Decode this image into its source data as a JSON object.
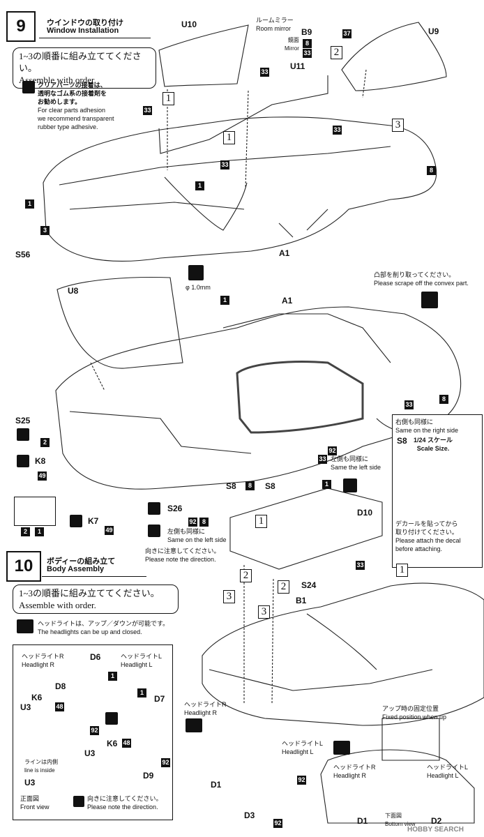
{
  "step9": {
    "number": "9",
    "title_jp": "ウインドウの取り付け",
    "title_en": "Window Installation",
    "order_jp": "1~3の順番に組み立ててください。",
    "order_en": "Assemble with order.",
    "adhesive_note": [
      "クリアパーツの接着は、",
      "透明なゴム系の接着剤を",
      "お勧めします。",
      "For clear parts adhesion",
      "we recommend transparent",
      "rubber type adhesive."
    ],
    "room_mirror_jp": "ルームミラー",
    "room_mirror_en": "Room mirror",
    "mirror_jp": "鏡面",
    "mirror_en": "Mirror",
    "drill_size": "φ 1.0mm",
    "scrape_jp": "凸部を削り取ってください。",
    "scrape_en": "Please scrape off the convex part.",
    "parts": {
      "U10": "U10",
      "B9": "B9",
      "U9": "U9",
      "U11": "U11",
      "A1": "A1",
      "S56": "S56",
      "U8": "U8",
      "S25": "S25",
      "K8": "K8",
      "K7": "K7",
      "S26": "S26",
      "S8": "S8",
      "D10": "D10"
    },
    "same_left": "左側も同様に",
    "same_left_en": "Same the left side",
    "right_side_jp": "右側も同様に",
    "right_side_en": "Same on the right side",
    "scale_jp": "1/24 スケール",
    "scale_en": "Scale Size.",
    "decal_note": [
      "デカールを貼ってから",
      "取り付けてください。",
      "Please attach the decal",
      "before attaching."
    ],
    "left_same_jp": "左側も同様に",
    "left_same_en": "Same on the left side",
    "direction_jp": "向きに注意してください。",
    "direction_en": "Please note the direction."
  },
  "step10": {
    "number": "10",
    "title_jp": "ボディーの組み立て",
    "title_en": "Body Assembly",
    "order_jp": "1~3の順番に組み立ててください。",
    "order_en": "Assemble with order.",
    "headlight_jp": "ヘッドライトは、アップ／ダウンが可能です。",
    "headlight_en": "The headlights can be up and closed.",
    "hl_r_jp": "ヘッドライトR",
    "hl_r_en": "Headlight R",
    "hl_l_jp": "ヘッドライトL",
    "hl_l_en": "Headlight L",
    "line_inside": "ラインは内側",
    "line_inside_en": "line is inside",
    "front_view_jp": "正面図",
    "front_view_en": "Front view",
    "direction_jp": "向きに注意してください。",
    "direction_en": "Please note the direction.",
    "fixed_jp": "アップ時の固定位置",
    "fixed_en": "Fixed position when up",
    "bottom_view_jp": "下面図",
    "bottom_view_en": "Bottom view",
    "parts": {
      "D6": "D6",
      "D8": "D8",
      "K6": "K6",
      "U3": "U3",
      "D7": "D7",
      "D9": "D9",
      "S24": "S24",
      "B1": "B1",
      "D1": "D1",
      "D3": "D3",
      "D2": "D2"
    }
  },
  "numbers": {
    "n1": "1",
    "n2": "2",
    "n3": "3",
    "n8": "8",
    "n33": "33",
    "n37": "37",
    "n48": "48",
    "n49": "49",
    "n92": "92"
  },
  "watermark": "HOBBY SEARCH"
}
